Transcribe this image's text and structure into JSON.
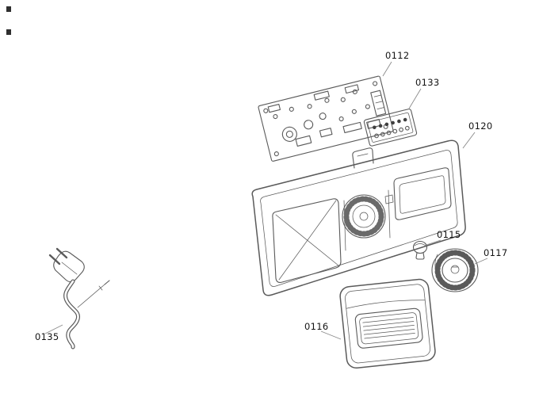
{
  "diagram": {
    "colors": {
      "background": "#ffffff",
      "line": "#5a5a5a",
      "label_text": "#141414"
    },
    "parts": [
      {
        "label": "0112"
      },
      {
        "label": "0133"
      },
      {
        "label": "0120"
      },
      {
        "label": "0115"
      },
      {
        "label": "0117"
      },
      {
        "label": "0116"
      },
      {
        "label": "0135"
      }
    ]
  }
}
